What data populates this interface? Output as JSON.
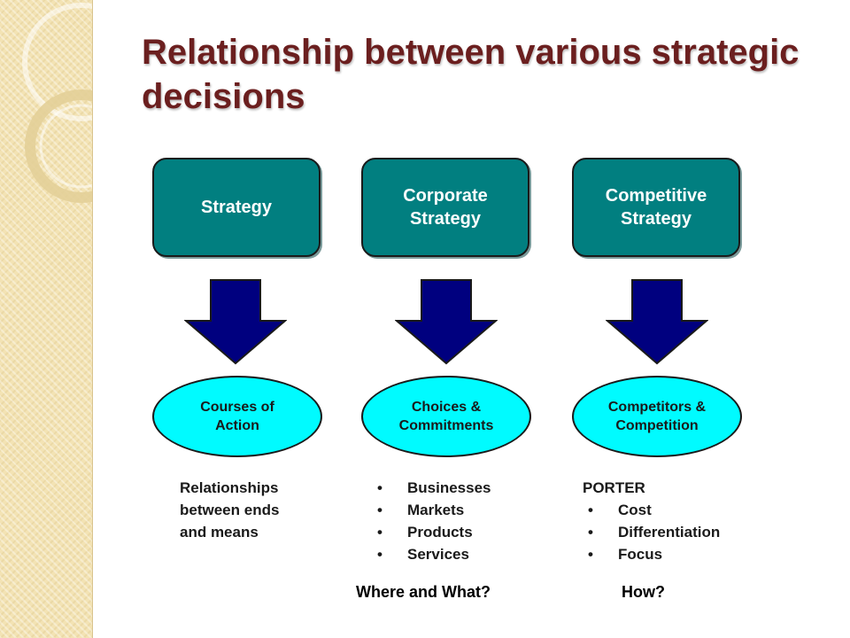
{
  "slide": {
    "title": "Relationship between various strategic decisions"
  },
  "columns": [
    {
      "box": "Strategy",
      "ellipse": "Courses of\nAction",
      "description": "Relationships\nbetween ends\nand means"
    },
    {
      "box": "Corporate\nStrategy",
      "ellipse": "Choices &\nCommitments",
      "bullets": [
        "Businesses",
        "Markets",
        "Products",
        "Services"
      ]
    },
    {
      "box": "Competitive\nStrategy",
      "ellipse": "Competitors &\nCompetition",
      "heading": "PORTER",
      "bullets": [
        "Cost",
        "Differentiation",
        "Focus"
      ]
    }
  ],
  "questions": {
    "corporate": "Where and What?",
    "competitive": "How?"
  },
  "colors": {
    "title": "#6b1f1f",
    "box_fill": "#017f80",
    "arrow_fill": "#00007f",
    "ellipse_fill": "#00fbff",
    "side_band": "#f3e3b4"
  }
}
